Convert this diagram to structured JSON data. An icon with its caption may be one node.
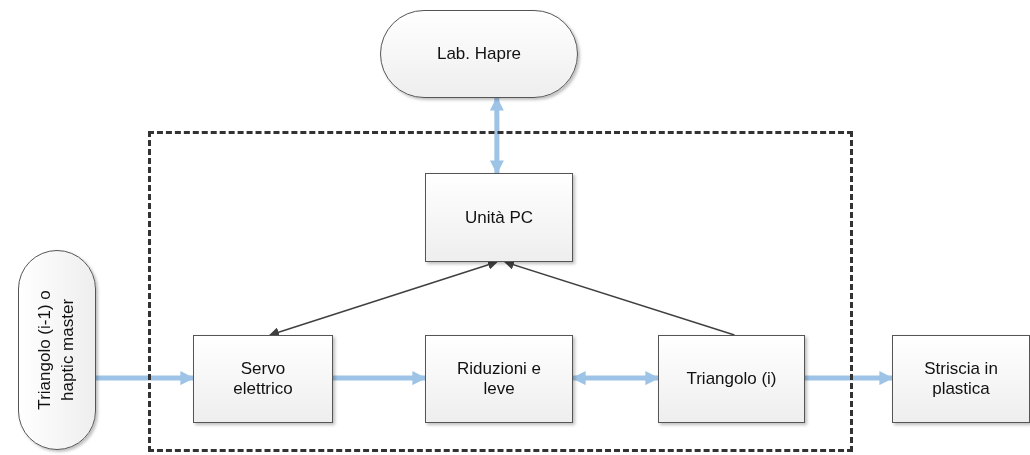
{
  "diagram": {
    "nodes": [
      {
        "text": [],
        "shape": "box"
      },
      {
        "text": [
          "Lab. Hapre"
        ]
      },
      {
        "text": [
          "Unità PC"
        ],
        "in": 0
      },
      {
        "text": [
          "Servo elettrico"
        ],
        "in": 0
      },
      {
        "text": [
          "Riduzioni e leve"
        ],
        "in": 0
      },
      {
        "text": [
          "Triangolo (i)"
        ],
        "in": 0
      },
      {
        "text": [
          "Striscia in plastica"
        ]
      },
      {
        "text": [
          "Triangolo (i-1) o haptic master"
        ]
      }
    ],
    "edges": [
      {
        "from": 1,
        "to": 2,
        "arrow": "both"
      },
      {
        "from": 2,
        "to": 3,
        "arrow": "both",
        "color": "#404040"
      },
      {
        "from": 5,
        "to": 2,
        "arrow": "to",
        "color": "#404040"
      },
      {
        "from": 7,
        "to": 3,
        "arrow": "to"
      },
      {
        "from": 3,
        "to": 4,
        "arrow": "to"
      },
      {
        "from": 4,
        "to": 5,
        "arrow": "both"
      },
      {
        "from": 5,
        "to": 6,
        "arrow": "to"
      }
    ]
  }
}
